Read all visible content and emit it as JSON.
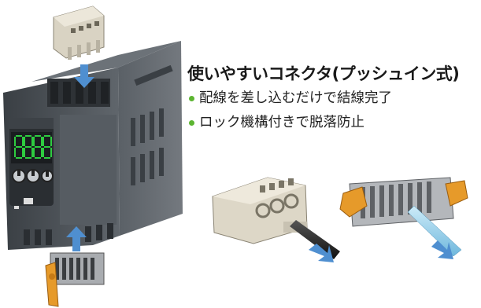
{
  "title": "使いやすいコネクタ(プッシュイン式)",
  "bullets": [
    {
      "text": "配線を差し込むだけで結線完了"
    },
    {
      "text": "ロック機構付きで脱落防止"
    }
  ],
  "device_display_text": "8888",
  "colors": {
    "bullet": "#5cb531",
    "arrow": "#4f8fd0",
    "device_body": "#4b5156",
    "display": "#2ecc40",
    "lock_tab": "#e69a2a",
    "wire_black": "#2b2b2b",
    "wire_blue": "#9dd3ee"
  }
}
